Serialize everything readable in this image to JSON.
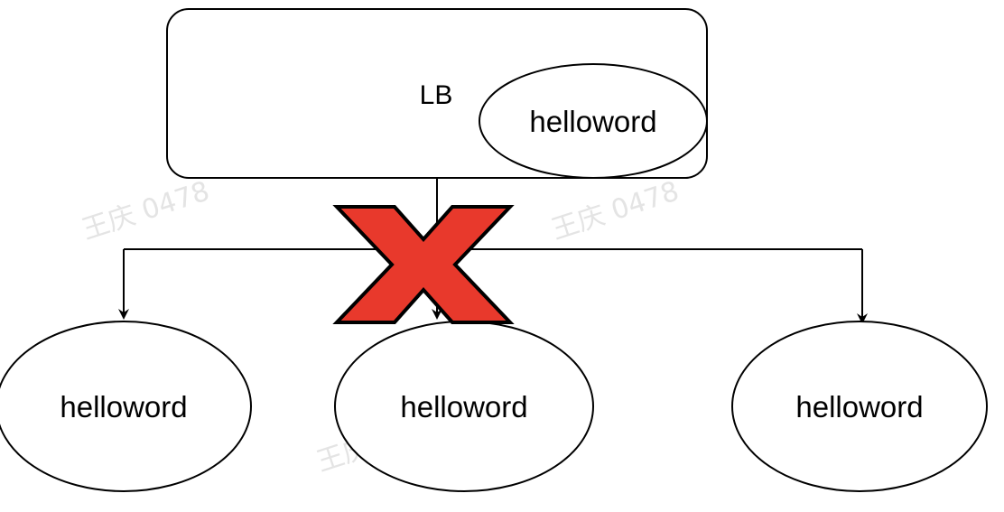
{
  "lb": {
    "label": "LB",
    "inner_node": "helloword"
  },
  "nodes": [
    {
      "label": "helloword"
    },
    {
      "label": "helloword"
    },
    {
      "label": "helloword"
    }
  ],
  "watermark": "王庆 0478",
  "colors": {
    "stroke": "#000000",
    "cross_fill": "#e8392c",
    "watermark": "#e4e4e4"
  },
  "icons": {
    "cross": "red-x-icon"
  }
}
